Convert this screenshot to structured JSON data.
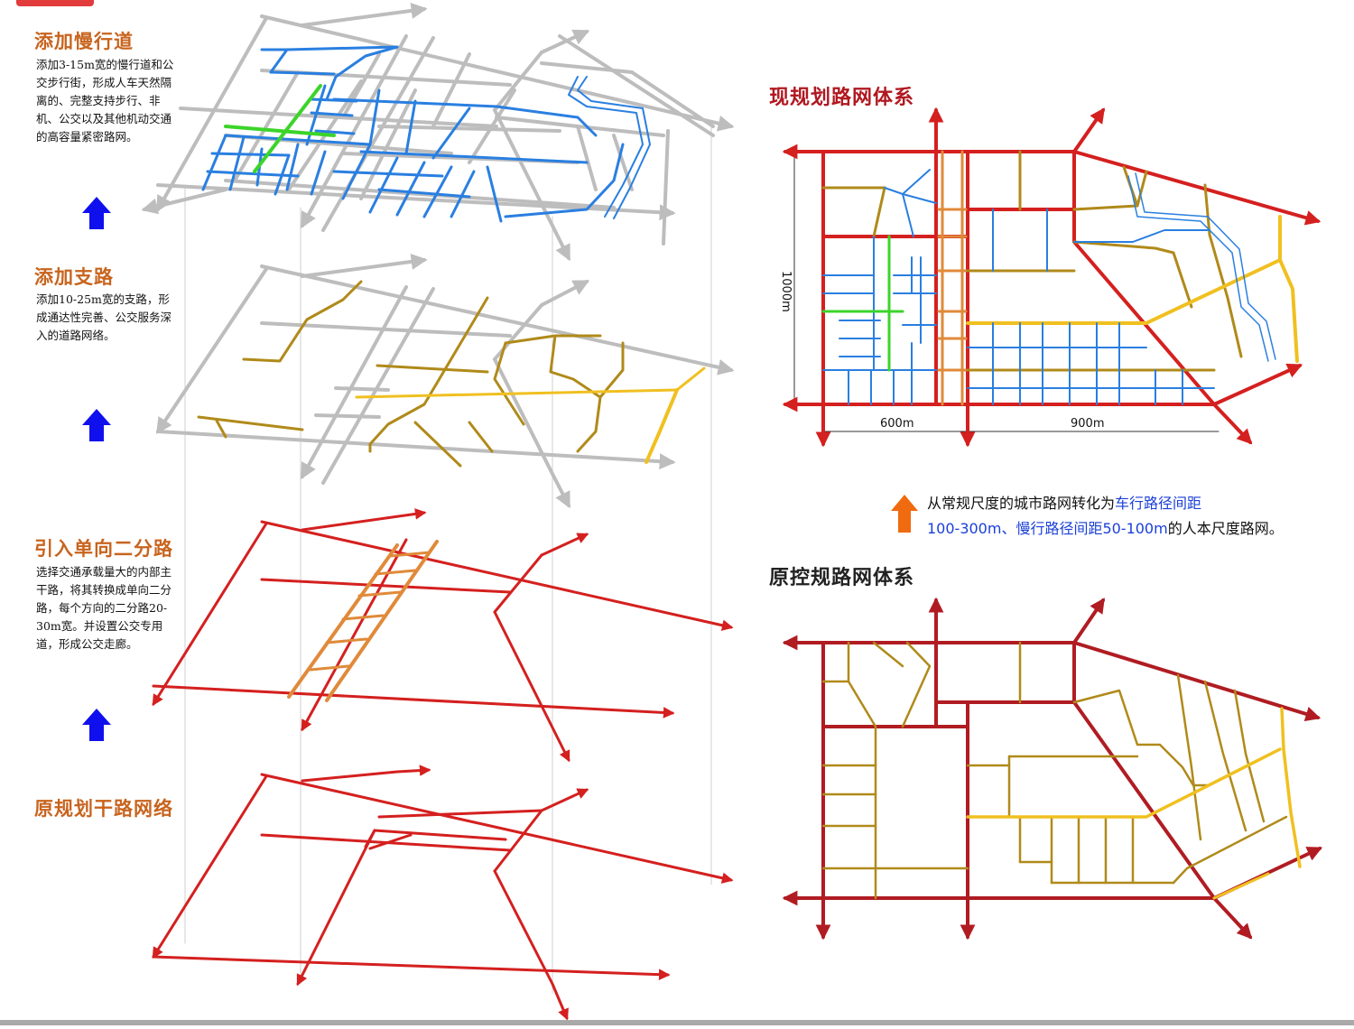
{
  "layers": [
    {
      "title": "添加慢行道",
      "desc": "添加3-15m宽的慢行道和公交步行街，形成人车天然隔离的、完整支持步行、非机、公交以及其他机动交通的高容量紧密路网。"
    },
    {
      "title": "添加支路",
      "desc": "添加10-25m宽的支路，形成通达性完善、公交服务深入的道路网络。"
    },
    {
      "title": "引入单向二分路",
      "desc": "选择交通承载量大的内部主干路，将其转换成单向二分路，每个方向的二分路20-30m宽。并设置公交专用道，形成公交走廊。"
    },
    {
      "title": "原规划干路网络",
      "desc": ""
    }
  ],
  "current_plan": {
    "title": "现规划路网体系",
    "dim_vertical": "1000m",
    "dim_h1": "600m",
    "dim_h2": "900m"
  },
  "original_plan": {
    "title": "原控规路网体系"
  },
  "note": {
    "black1": "从常规尺度的城市路网转化为",
    "blue1": "车行路径间距",
    "blue2": "100-300m、慢行路径间距50-100m",
    "black2": "的人本尺度路网。"
  },
  "colors": {
    "arterial": "#d4201f",
    "arterial_dark": "#b01c22",
    "one_way": "#e08a3a",
    "branch": "#b08a1a",
    "branch_bright": "#f0c020",
    "slow": "#2a7fe0",
    "green_street": "#3cd42a",
    "base_grey": "#bdbdbd",
    "up_arrow": "#1010ee",
    "note_arrow": "#f06a10"
  },
  "icons": [
    "up-arrow-icon",
    "orange-up-arrow-icon"
  ]
}
